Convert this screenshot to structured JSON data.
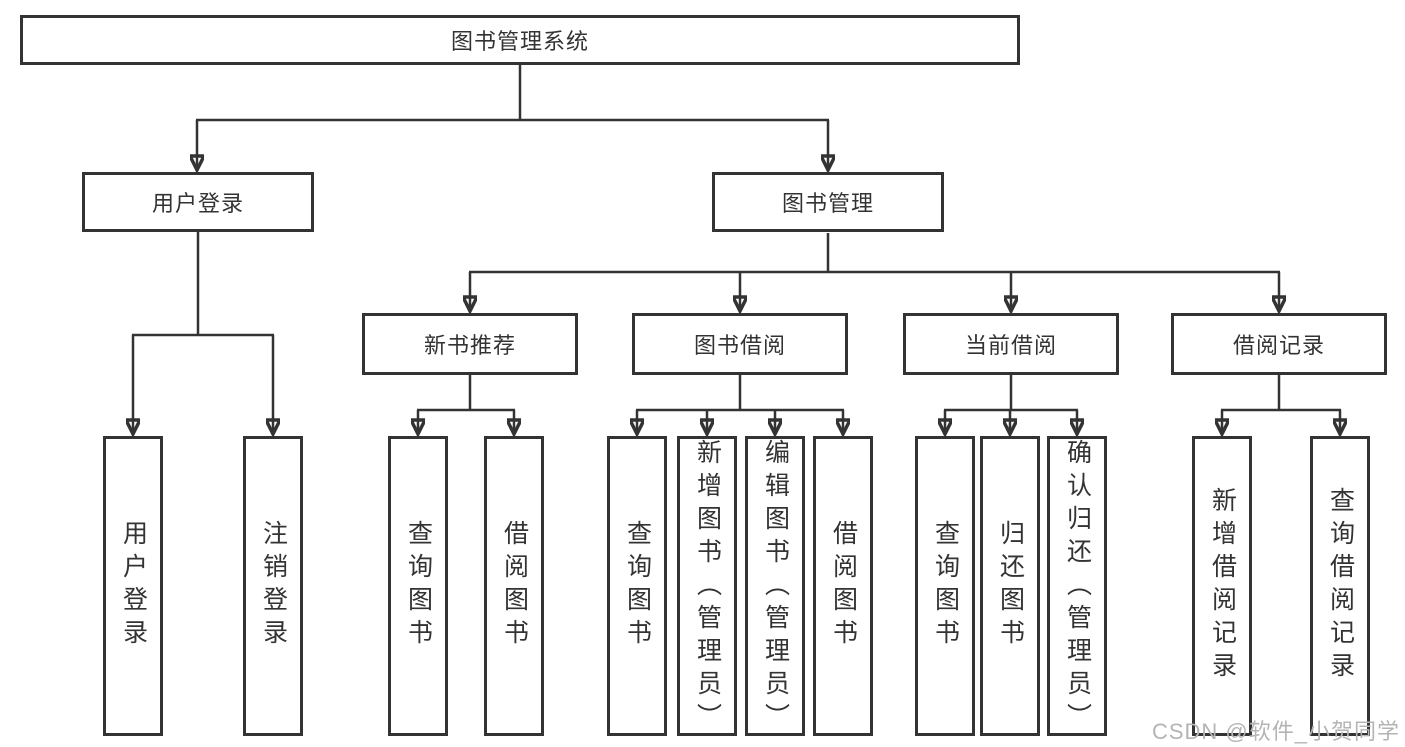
{
  "diagram": {
    "title": "图书管理系统",
    "level1": {
      "user_login": {
        "label": "用户登录",
        "children": {
          "login": "用户登录",
          "logout": "注销登录"
        }
      },
      "book_mgmt": {
        "label": "图书管理"
      }
    },
    "level2": {
      "new_book": {
        "label": "新书推荐",
        "children": {
          "query": "查询图书",
          "borrow": "借阅图书"
        }
      },
      "borrow": {
        "label": "图书借阅",
        "children": {
          "query": "查询图书",
          "add": "新增图书（管理员）",
          "edit": "编辑图书（管理员）",
          "borrow": "借阅图书"
        }
      },
      "current": {
        "label": "当前借阅",
        "children": {
          "query": "查询图书",
          "return": "归还图书",
          "confirm": "确认归还（管理员）"
        }
      },
      "records": {
        "label": "借阅记录",
        "children": {
          "add": "新增借阅记录",
          "query": "查询借阅记录"
        }
      }
    }
  },
  "watermark": {
    "text": "CSDN @软件_小贺同学"
  },
  "colors": {
    "line": "#333333",
    "box_border": "#333333",
    "text": "#333333",
    "watermark": "#b4b4b4",
    "background": "#ffffff"
  }
}
